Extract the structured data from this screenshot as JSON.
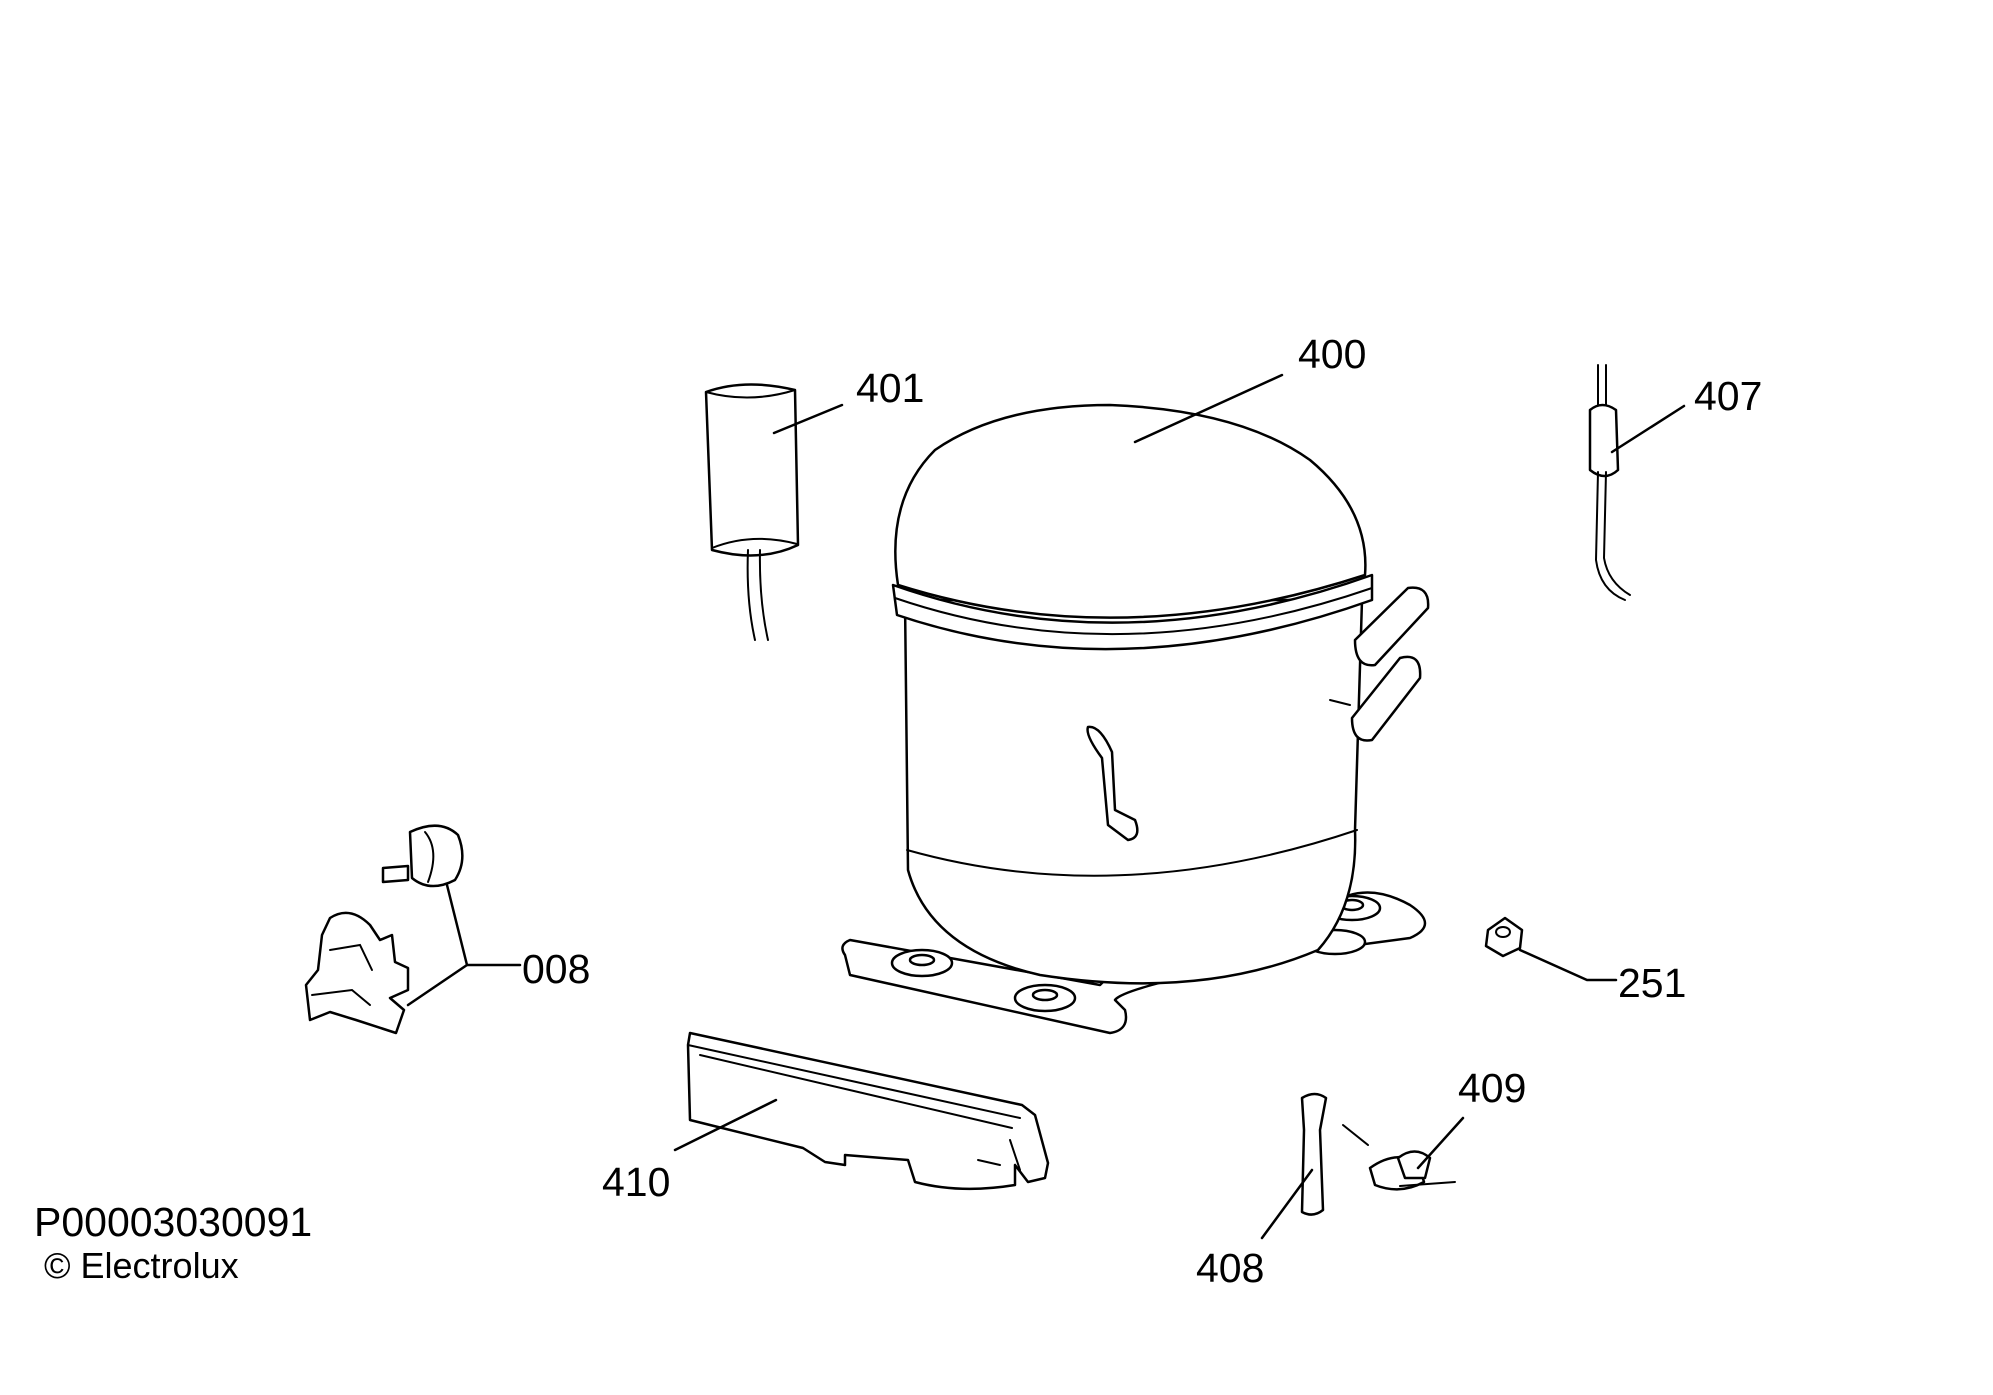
{
  "diagram": {
    "callouts": [
      {
        "id": "401",
        "label": "401"
      },
      {
        "id": "400",
        "label": "400"
      },
      {
        "id": "407",
        "label": "407"
      },
      {
        "id": "008",
        "label": "008"
      },
      {
        "id": "251",
        "label": "251"
      },
      {
        "id": "409",
        "label": "409"
      },
      {
        "id": "410",
        "label": "410"
      },
      {
        "id": "408",
        "label": "408"
      }
    ],
    "drawing_number": "P00003030091",
    "copyright": "© Electrolux"
  }
}
